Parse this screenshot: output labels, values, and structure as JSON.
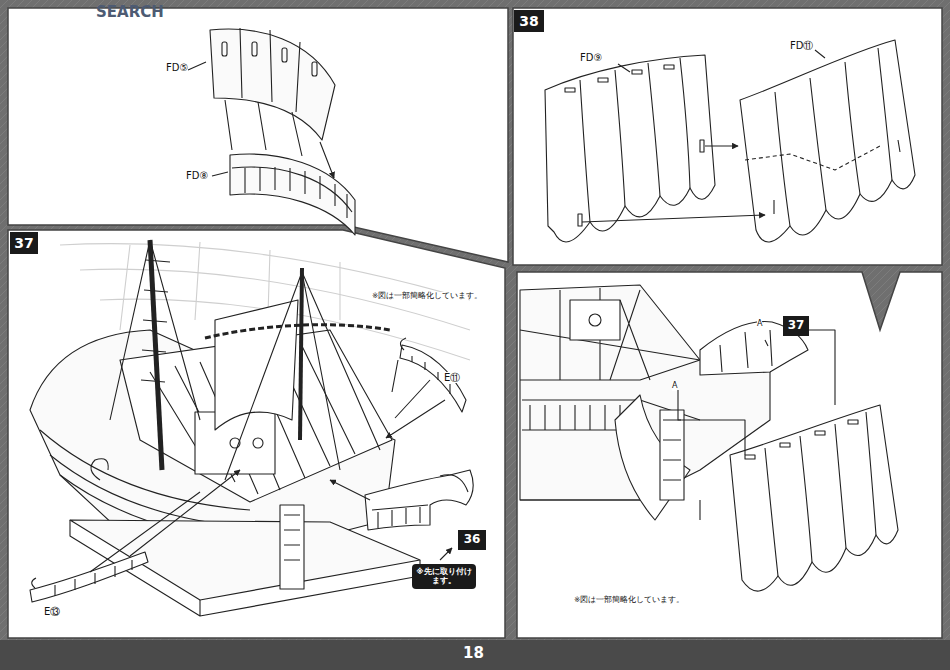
{
  "diagram": {
    "nodes": [
      {
        "text": [
          "37"
        ]
      },
      {
        "text": [
          "36"
        ]
      },
      {
        "text": [
          "※先に取り付けます。"
        ]
      },
      {
        "text": [
          "38"
        ]
      },
      {
        "text": [
          "37"
        ]
      }
    ],
    "labels": [
      "SEARCH",
      "FD⑤",
      "FD⑧",
      "※図は一部簡略化しています。",
      "E⑪",
      "E⑬",
      "FD⑨",
      "FD⑪",
      "A",
      "A",
      "※図は一部簡略化しています。",
      "18"
    ]
  }
}
